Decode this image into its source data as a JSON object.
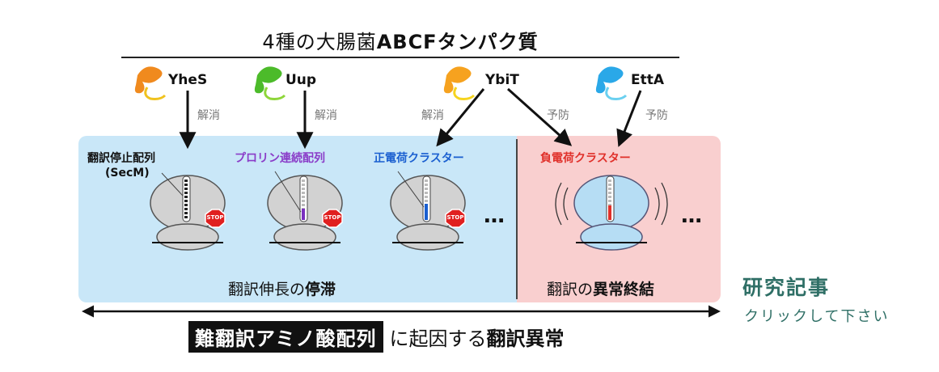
{
  "title": {
    "prefix": "4種の大腸菌",
    "bold": "ABCFタンパク質"
  },
  "colors": {
    "blue_panel": "#c9e7f8",
    "red_panel": "#f9cfcf",
    "link": "#2f6f66"
  },
  "proteins": [
    {
      "name": "YheS",
      "color": "#f08a1e"
    },
    {
      "name": "Uup",
      "color": "#4cbb2a"
    },
    {
      "name": "YbiT",
      "color": "#f6a21f"
    },
    {
      "name": "EttA",
      "color": "#2aa8e8"
    }
  ],
  "actions": [
    "解消",
    "解消",
    "解消",
    "予防",
    "予防"
  ],
  "sites": [
    {
      "label": "翻訳停止配列",
      "sub": "(SecM)",
      "color": "#111111"
    },
    {
      "label": "プロリン連続配列",
      "color": "#8a3cc8"
    },
    {
      "label": "正電荷クラスター",
      "color": "#1a5fd0"
    },
    {
      "label": "負電荷クラスター",
      "color": "#e0302a"
    }
  ],
  "stop_label": "STOP",
  "ellipsis": "…",
  "panel_blue_caption": {
    "text": "翻訳伸長の",
    "bold": "停滞"
  },
  "panel_red_caption": {
    "text": "翻訳の",
    "bold": "異常終結"
  },
  "bottom_caption": {
    "highlight": "難翻訳アミノ酸配列",
    "text": "に起因する",
    "bold": "翻訳異常"
  },
  "link": {
    "title": "研究記事",
    "subtitle": "クリックして下さい"
  }
}
